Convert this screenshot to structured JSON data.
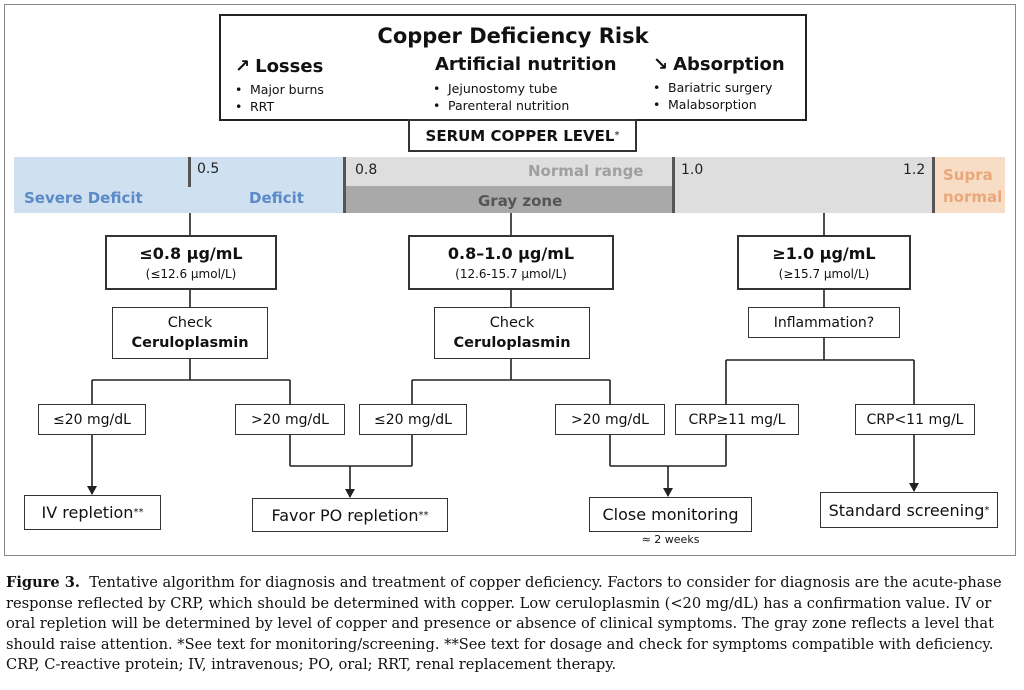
{
  "risk": {
    "title": "Copper Deficiency Risk",
    "losses": {
      "arrow": "↗",
      "label": "Losses",
      "items": [
        "Major burns",
        "RRT"
      ]
    },
    "artificial": {
      "label": "Artificial nutrition",
      "items": [
        "Jejunostomy tube",
        "Parenteral nutrition"
      ]
    },
    "absorption": {
      "arrow": "↘",
      "label": "Absorption",
      "items": [
        "Bariatric surgery",
        "Malabsorption"
      ]
    }
  },
  "serum": {
    "label": "SERUM COPPER LEVEL",
    "mark": "*"
  },
  "scale": {
    "ticks": [
      "0.5",
      "0.8",
      "1.0",
      "1.2"
    ],
    "ranges": {
      "severe": "Severe Deficit",
      "deficit": "Deficit",
      "normal": "Normal range",
      "gray_zone": "Gray zone",
      "supra_1": "Supra",
      "supra_2": "normal"
    },
    "colors": {
      "deficit": "#cfe0f1",
      "normal": "#dedede",
      "gray_zone": "#a9a9a9",
      "supra": "#f7dcc6"
    }
  },
  "levels": [
    {
      "main": "≤0.8 µg/mL",
      "sub": "(≤12.6 µmol/L)"
    },
    {
      "main": "0.8–1.0 µg/mL",
      "sub": "(12.6-15.7 µmol/L)"
    },
    {
      "main": "≥1.0 µg/mL",
      "sub": "(≥15.7 µmol/L)"
    }
  ],
  "checks": [
    {
      "line1": "Check",
      "line2": "Ceruloplasmin"
    },
    {
      "line1": "Check",
      "line2": "Ceruloplasmin"
    }
  ],
  "inflammation": "Inflammation?",
  "conditions": [
    "≤20 mg/dL",
    ">20 mg/dL",
    "≤20 mg/dL",
    ">20 mg/dL",
    "CRP≥11 mg/L",
    "CRP<11 mg/L"
  ],
  "outcomes": {
    "iv": {
      "label": "IV repletion",
      "mark": "**"
    },
    "po": {
      "label": "Favor PO repletion",
      "mark": "**"
    },
    "monitor": {
      "label": "Close monitoring",
      "note": "≈ 2 weeks"
    },
    "standard": {
      "label": "Standard screening",
      "mark": "*"
    }
  },
  "caption": {
    "label": "Figure 3.",
    "text": "Tentative algorithm for diagnosis and treatment of copper deficiency. Factors to consider for diagnosis are the acute-phase response reflected by CRP, which should be determined with copper. Low ceruloplasmin (<20 mg/dL) has a confirmation value. IV or oral repletion will be determined by level of copper and presence or absence of clinical symptoms. The gray zone reflects a level that should raise attention. *See text for monitoring/screening. **See text for dosage and check for symptoms compatible with deficiency. CRP, C-reactive protein; IV, intravenous; PO, oral; RRT, renal replacement therapy."
  }
}
